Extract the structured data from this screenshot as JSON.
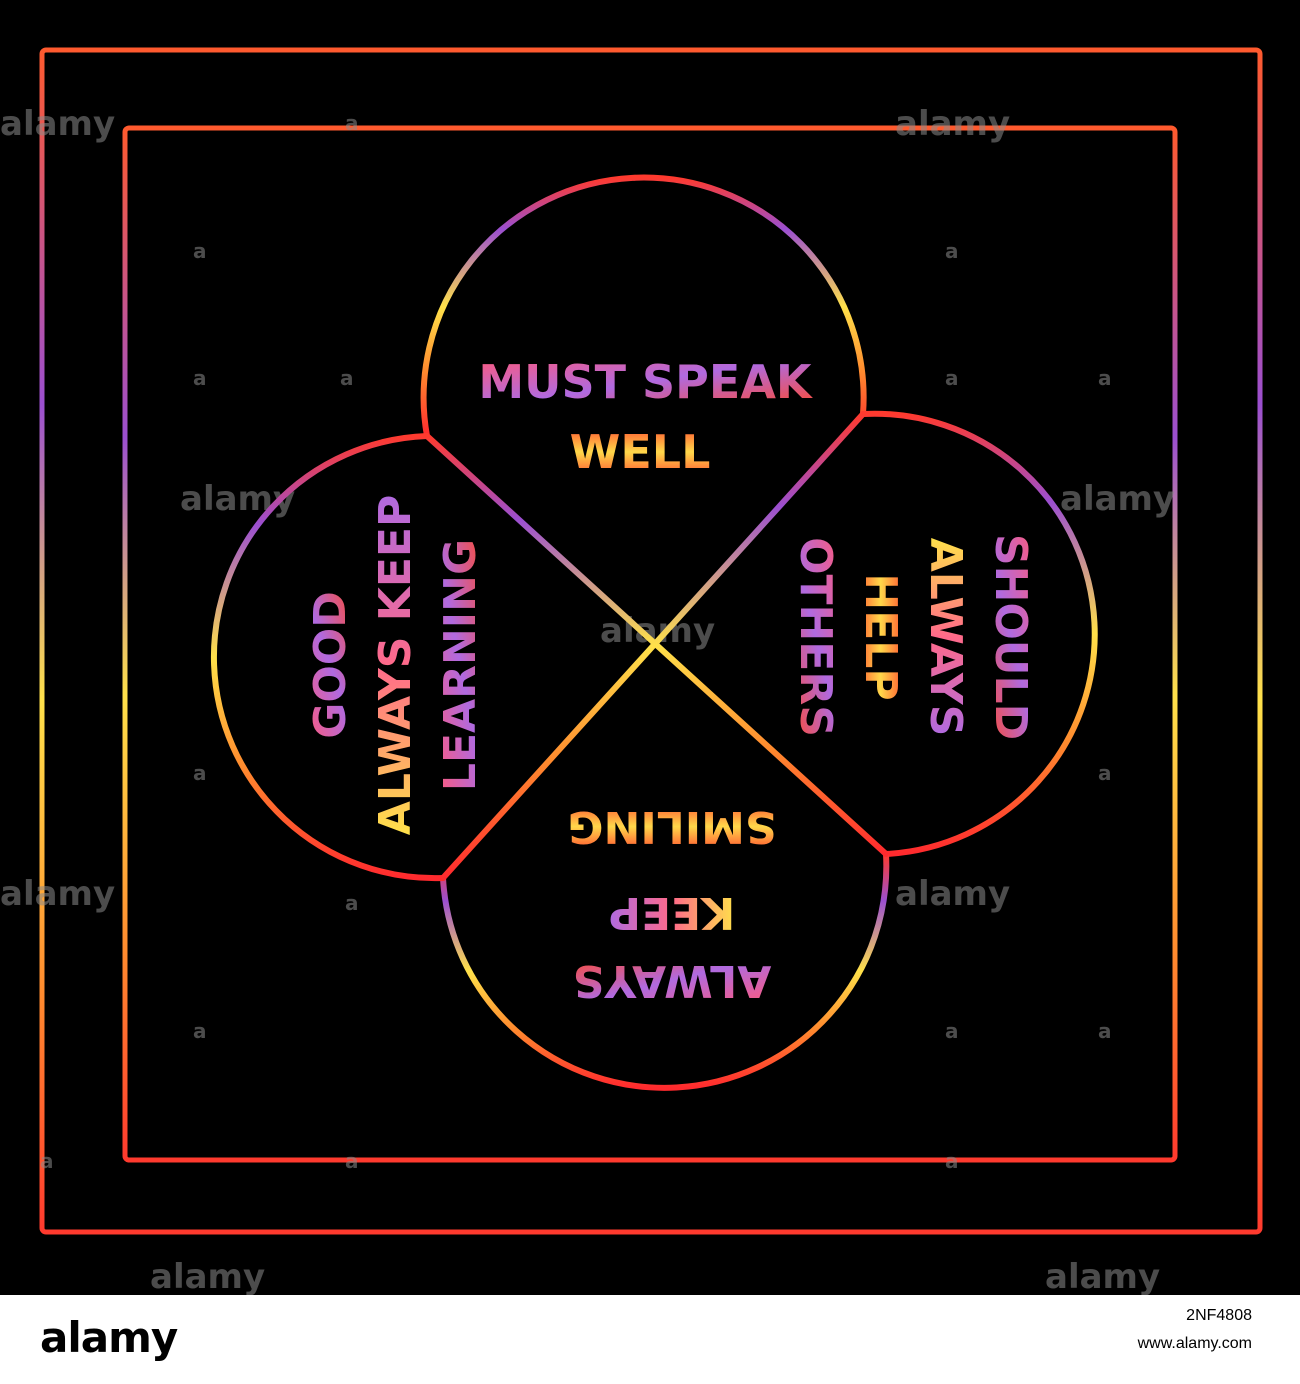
{
  "colors": {
    "background": "#000000",
    "red": "#ff4a2e",
    "purple": "#9b4fd0",
    "yellow": "#ffe14a",
    "footer": "#ffffff"
  },
  "diagram": {
    "top": [
      "MUST SPEAK",
      "WELL"
    ],
    "right": [
      "SHOULD",
      "ALWAYS",
      "HELP",
      "OTHERS"
    ],
    "bottom": [
      "ALWAYS",
      "KEEP",
      "SMILING"
    ],
    "left": [
      "GOOD",
      "ALWAYS KEEP",
      "LEARNING"
    ]
  },
  "watermark": {
    "word": "alamy",
    "mark": "a"
  },
  "footer": {
    "brand": "alamy",
    "image_id": "2NF4808",
    "site": "www.alamy.com"
  }
}
